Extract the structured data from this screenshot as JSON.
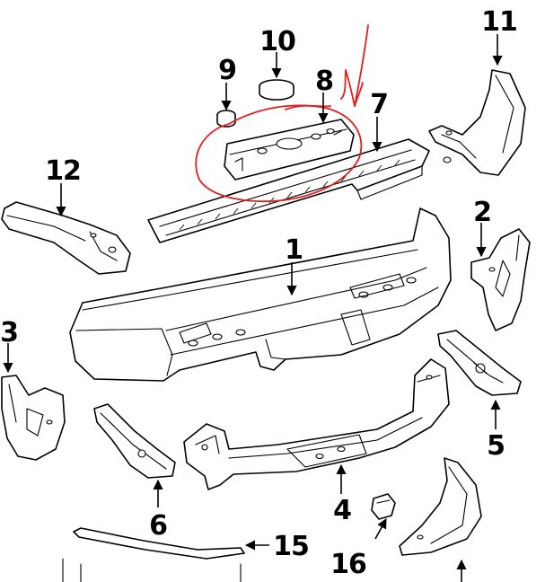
{
  "callouts": {
    "c1": "1",
    "c2": "2",
    "c3": "3",
    "c4": "4",
    "c5": "5",
    "c6": "6",
    "c7": "7",
    "c8": "8",
    "c9": "9",
    "c10": "10",
    "c11": "11",
    "c12": "12",
    "c15": "15",
    "c16": "16"
  },
  "colors": {
    "line": "#000000",
    "background": "#ffffff",
    "markup": "#e02020"
  },
  "icons": {
    "arrow": "arrowhead-icon"
  }
}
